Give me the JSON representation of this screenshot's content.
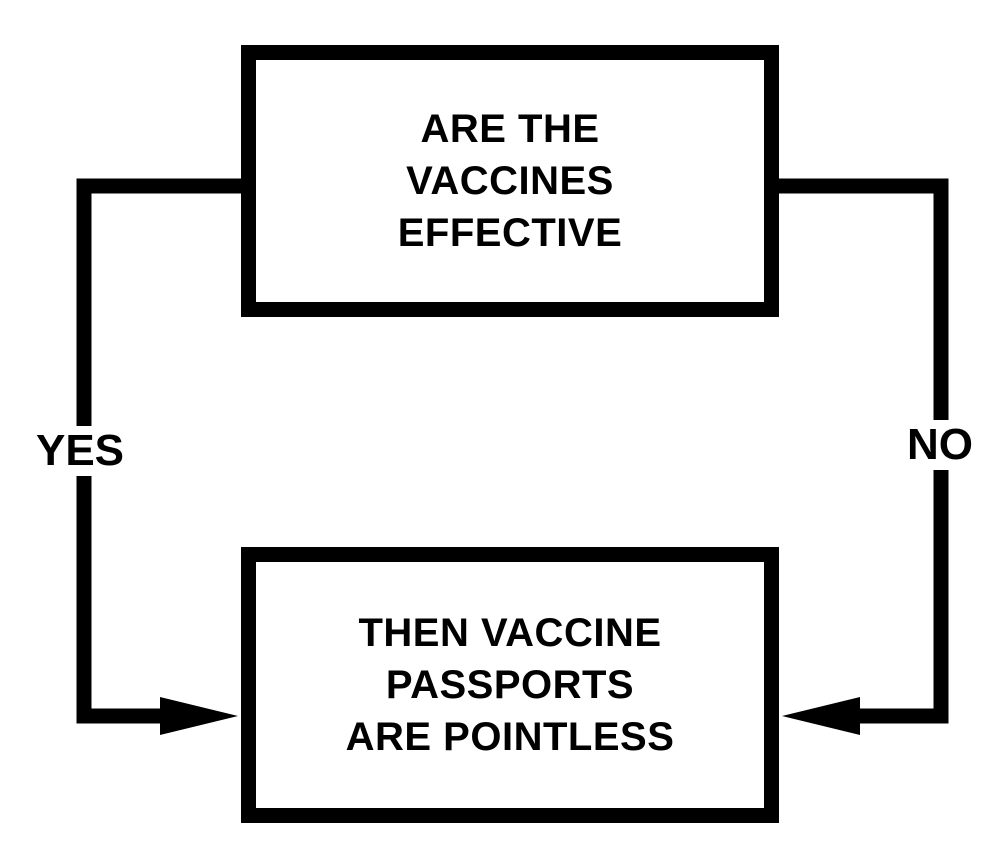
{
  "diagram": {
    "question": "ARE THE\nVACCINES\nEFFECTIVE",
    "conclusion": "THEN VACCINE\nPASSPORTS\nARE POINTLESS",
    "branches": {
      "yes": "YES",
      "no": "NO"
    }
  },
  "colors": {
    "line": "#000000",
    "background": "#ffffff"
  }
}
